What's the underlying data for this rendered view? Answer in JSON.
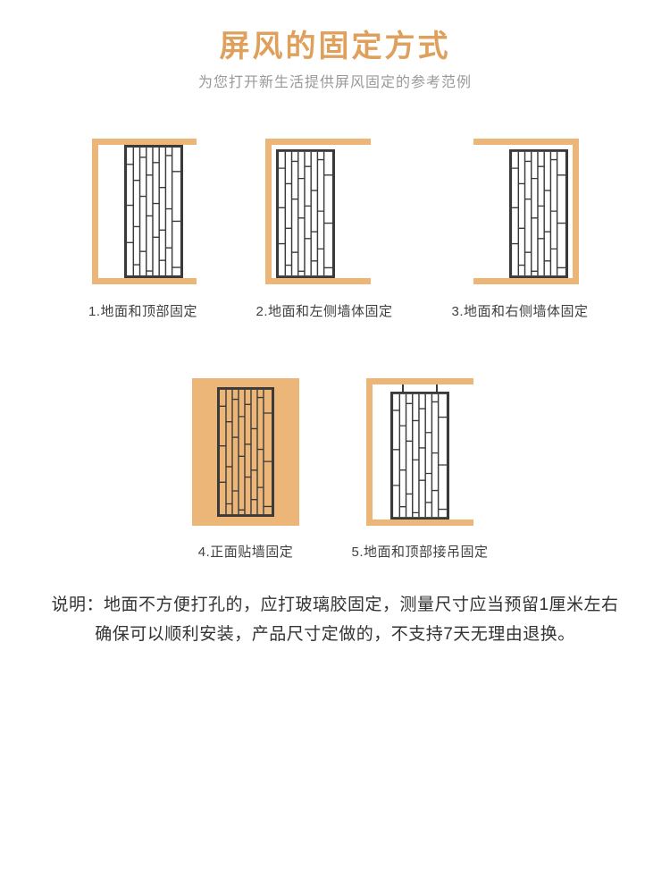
{
  "header": {
    "title": "屏风的固定方式",
    "subtitle": "为您打开新生活提供屏风固定的参考范例"
  },
  "diagrams": [
    {
      "id": "floor-top-fixed",
      "label": "1.地面和顶部固定"
    },
    {
      "id": "floor-left-wall-fixed",
      "label": "2.地面和左侧墙体固定"
    },
    {
      "id": "floor-right-wall-fixed",
      "label": "3.地面和右侧墙体固定"
    },
    {
      "id": "wall-mounted-front",
      "label": "4.正面贴墙固定"
    },
    {
      "id": "floor-top-suspended",
      "label": "5.地面和顶部接吊固定"
    }
  ],
  "note": {
    "line1": "说明：地面不方便打孔的，应打玻璃胶固定，测量尺寸应当预留1厘米左右",
    "line2": "确保可以顺利安装，产品尺寸定做的，不支持7天无理由退换。"
  },
  "colors": {
    "accent_tan": "#ECB678",
    "title_orange": "#DFA05C",
    "screen_stroke": "#3A3A3A",
    "caption_text": "#404040",
    "note_text": "#333333",
    "subtitle_gray": "#999999"
  }
}
